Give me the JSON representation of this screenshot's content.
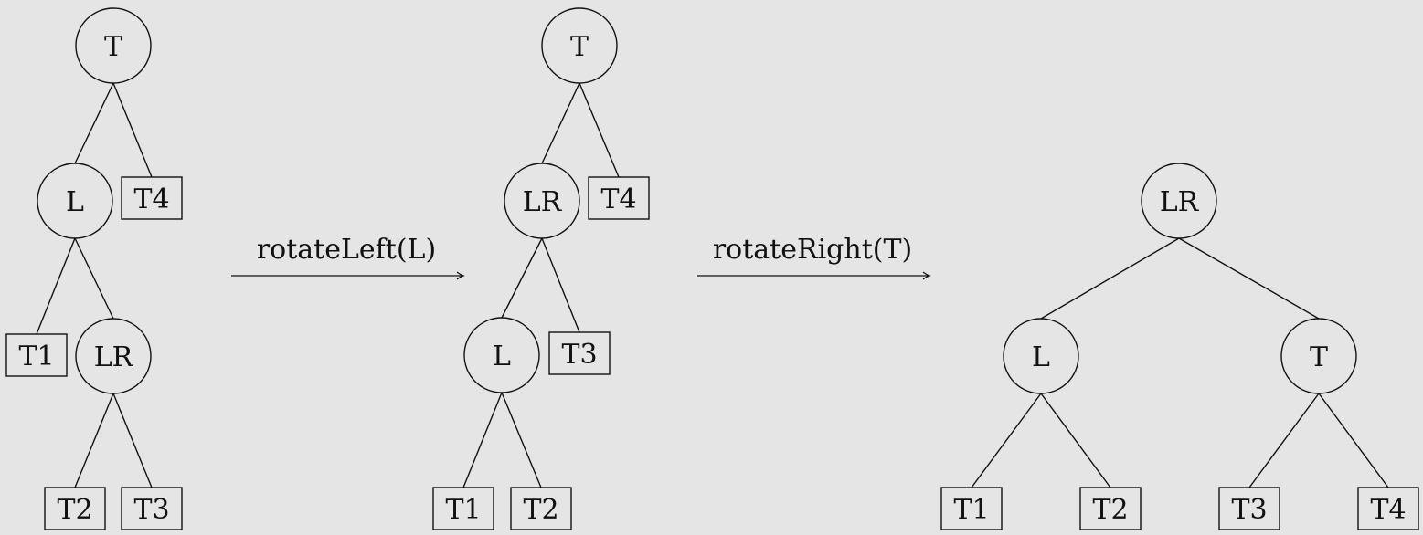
{
  "trees": [
    {
      "name": "before",
      "nodes": [
        {
          "id": "a-T",
          "label": "T",
          "shape": "circle"
        },
        {
          "id": "a-L",
          "label": "L",
          "shape": "circle"
        },
        {
          "id": "a-T4",
          "label": "T4",
          "shape": "box"
        },
        {
          "id": "a-T1",
          "label": "T1",
          "shape": "box"
        },
        {
          "id": "a-LR",
          "label": "LR",
          "shape": "circle"
        },
        {
          "id": "a-T2",
          "label": "T2",
          "shape": "box"
        },
        {
          "id": "a-T3",
          "label": "T3",
          "shape": "box"
        }
      ],
      "edges": [
        [
          "a-T",
          "a-L"
        ],
        [
          "a-T",
          "a-T4"
        ],
        [
          "a-L",
          "a-T1"
        ],
        [
          "a-L",
          "a-LR"
        ],
        [
          "a-LR",
          "a-T2"
        ],
        [
          "a-LR",
          "a-T3"
        ]
      ]
    },
    {
      "name": "after-rotate-left",
      "nodes": [
        {
          "id": "b-T",
          "label": "T",
          "shape": "circle"
        },
        {
          "id": "b-LR",
          "label": "LR",
          "shape": "circle"
        },
        {
          "id": "b-T4",
          "label": "T4",
          "shape": "box"
        },
        {
          "id": "b-L",
          "label": "L",
          "shape": "circle"
        },
        {
          "id": "b-T3",
          "label": "T3",
          "shape": "box"
        },
        {
          "id": "b-T1",
          "label": "T1",
          "shape": "box"
        },
        {
          "id": "b-T2",
          "label": "T2",
          "shape": "box"
        }
      ],
      "edges": [
        [
          "b-T",
          "b-LR"
        ],
        [
          "b-T",
          "b-T4"
        ],
        [
          "b-LR",
          "b-L"
        ],
        [
          "b-LR",
          "b-T3"
        ],
        [
          "b-L",
          "b-T1"
        ],
        [
          "b-L",
          "b-T2"
        ]
      ]
    },
    {
      "name": "after-rotate-right",
      "nodes": [
        {
          "id": "c-LR",
          "label": "LR",
          "shape": "circle"
        },
        {
          "id": "c-L",
          "label": "L",
          "shape": "circle"
        },
        {
          "id": "c-T",
          "label": "T",
          "shape": "circle"
        },
        {
          "id": "c-T1",
          "label": "T1",
          "shape": "box"
        },
        {
          "id": "c-T2",
          "label": "T2",
          "shape": "box"
        },
        {
          "id": "c-T3",
          "label": "T3",
          "shape": "box"
        },
        {
          "id": "c-T4",
          "label": "T4",
          "shape": "box"
        }
      ],
      "edges": [
        [
          "c-LR",
          "c-L"
        ],
        [
          "c-LR",
          "c-T"
        ],
        [
          "c-L",
          "c-T1"
        ],
        [
          "c-L",
          "c-T2"
        ],
        [
          "c-T",
          "c-T3"
        ],
        [
          "c-T",
          "c-T4"
        ]
      ]
    }
  ],
  "arrows": [
    {
      "id": "rotate-left",
      "label": "rotateLeft(L)"
    },
    {
      "id": "rotate-right",
      "label": "rotateRight(T)"
    }
  ],
  "colors": {
    "background": "#e5e5e5",
    "ink": "#111111"
  }
}
